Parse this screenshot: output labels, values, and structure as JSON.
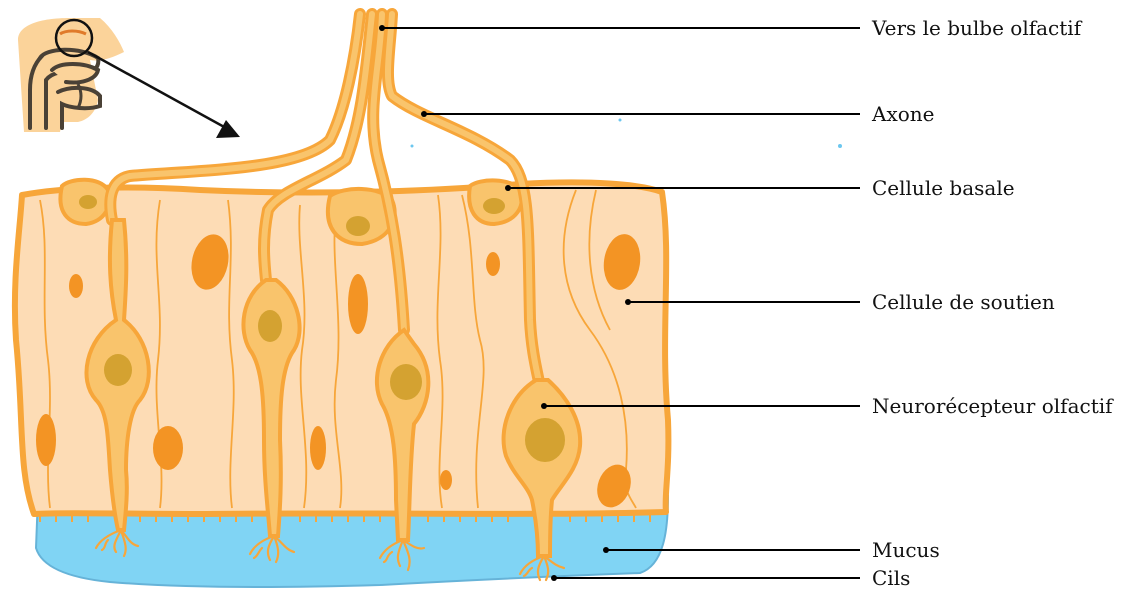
{
  "labels": {
    "bulbe": "Vers le bulbe olfactif",
    "axone": "Axone",
    "basale": "Cellule basale",
    "soutien": "Cellule de soutien",
    "neurorecepteur": "Neurorécepteur olfactif",
    "mucus": "Mucus",
    "cils": "Cils"
  },
  "colors": {
    "tissue_fill": "#fddcb5",
    "cell_outline": "#f7a63a",
    "neuron_fill": "#f9c46c",
    "nucleus_orange": "#f39424",
    "nucleus_olive": "#d4a231",
    "mucus": "#80d4f4",
    "mucus_edge": "#66b3d8",
    "head_skin": "#fbd39a",
    "head_outline": "#4a4136"
  },
  "icons": {
    "inset": "head-cross-section-icon",
    "arrow": "zoom-arrow-icon"
  }
}
